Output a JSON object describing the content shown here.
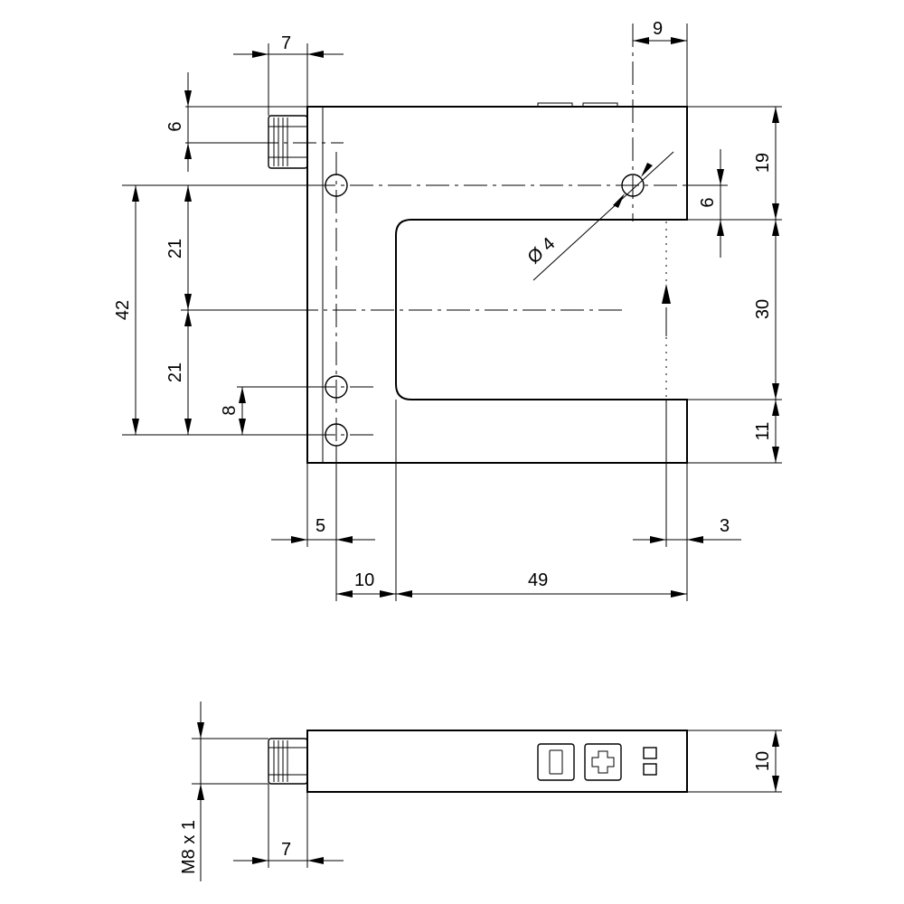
{
  "dimensions": {
    "connector_width_top": "7",
    "right_offset_top": "9",
    "connector_height": "6",
    "total_height_right": "19",
    "slot_offset": "6",
    "hole_diameter": "Ø 4",
    "left_upper": "21",
    "left_lower": "21",
    "hole_spacing": "42",
    "slot_width": "30",
    "hole_offset_small": "8",
    "bottom_right": "11",
    "hole_edge": "5",
    "slot_edge_right": "3",
    "hole_to_slot": "10",
    "slot_depth": "49",
    "side_height": "10",
    "thread": "M8 x 1",
    "connector_width_bottom": "7"
  },
  "panel": {
    "minus": "−",
    "plus": "+"
  }
}
